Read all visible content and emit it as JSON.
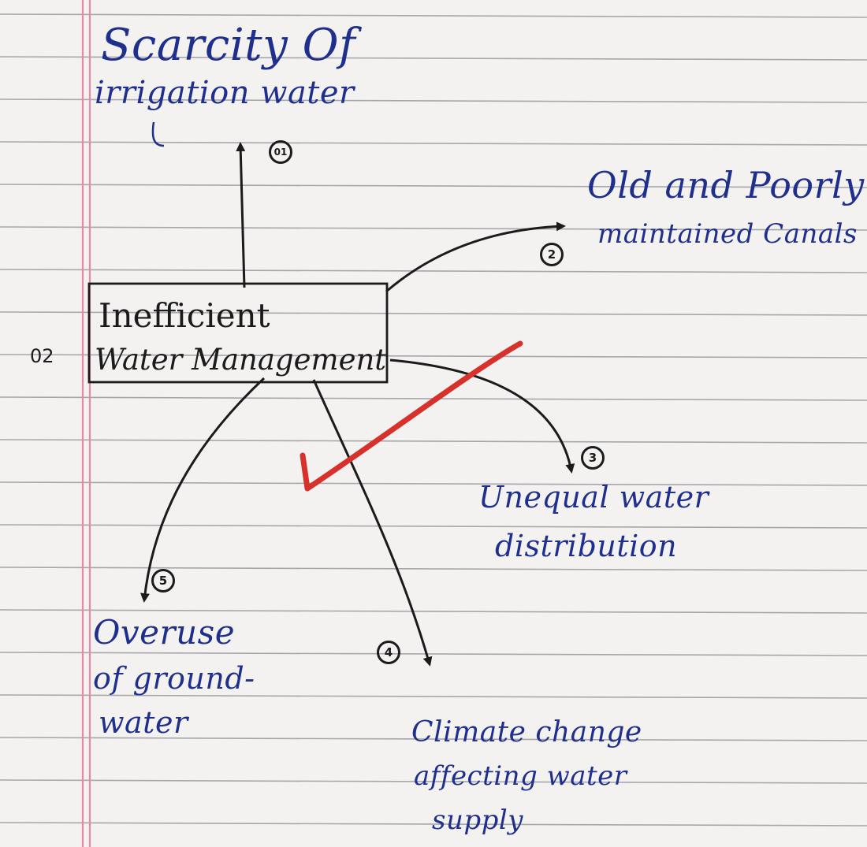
{
  "page": {
    "margin_number": "02"
  },
  "diagram": {
    "center": {
      "line1": "Inefficient",
      "line2": "Water Management"
    },
    "branches": [
      {
        "marker": "01",
        "lines": [
          "Scarcity Of",
          "irrigation water"
        ]
      },
      {
        "marker": "2",
        "lines": [
          "Old and Poorly",
          "maintained Canals"
        ]
      },
      {
        "marker": "3",
        "lines": [
          "Unequal water",
          "distribution"
        ]
      },
      {
        "marker": "4",
        "lines": [
          "Climate change",
          "affecting water",
          "supply"
        ]
      },
      {
        "marker": "5",
        "lines": [
          "Overuse",
          "of ground-",
          "water"
        ]
      }
    ]
  },
  "colors": {
    "paper": "#f4f2f0",
    "rule_line": "#8c8e96",
    "margin_line": "#e58aa6",
    "ink_blue": "#1f2f8e",
    "ink_black": "#1b1b1b",
    "check_red": "#d8302a"
  },
  "icons": {
    "grading_mark": "check-mark-icon"
  }
}
